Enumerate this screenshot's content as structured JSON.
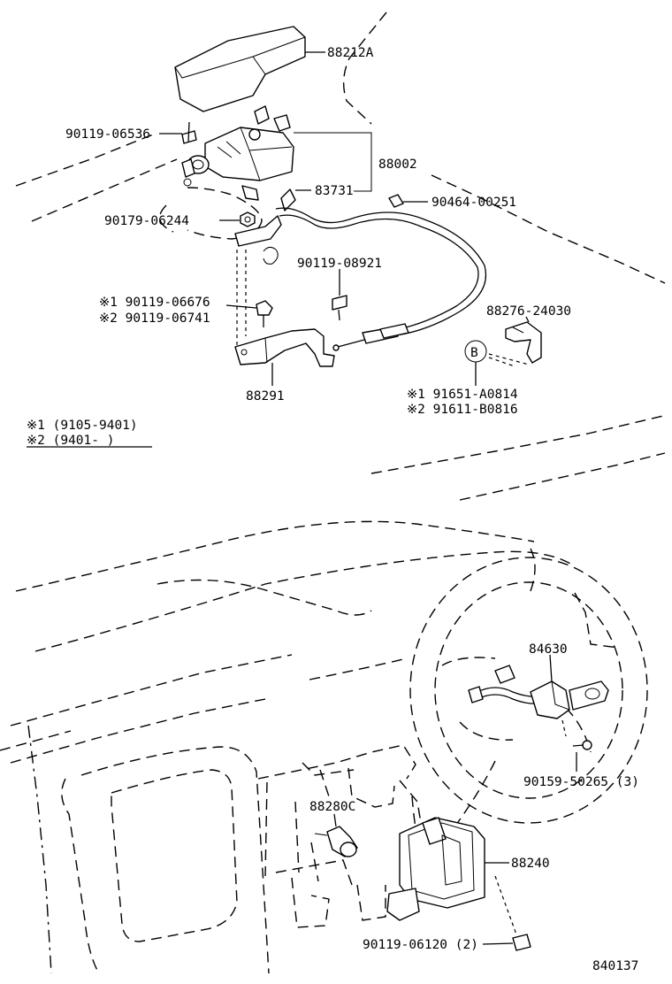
{
  "labels": {
    "p88212A": "88212A",
    "p90119_06536": "90119-06536",
    "p88002": "88002",
    "p83731": "83731",
    "p90464_00251": "90464-00251",
    "p90179_06244": "90179-06244",
    "p90119_08921": "90119-08921",
    "p1_90119_06676": "※1  90119-06676",
    "p2_90119_06741": "※2  90119-06741",
    "p88276_24030": "88276-24030",
    "pB": "B",
    "p1_91651": "※1 91651-A0814",
    "p2_91611": "※2 91611-B0816",
    "p88291": "88291",
    "p84630": "84630",
    "p90159_50265": "90159-50265 (3)",
    "p88280C": "88280C",
    "p88240": "88240",
    "p90119_06120": "90119-06120 (2)",
    "diagram_code": "840137"
  },
  "legend": {
    "note1": "※1 (9105-9401)",
    "note2": "※2 (9401-        )"
  }
}
